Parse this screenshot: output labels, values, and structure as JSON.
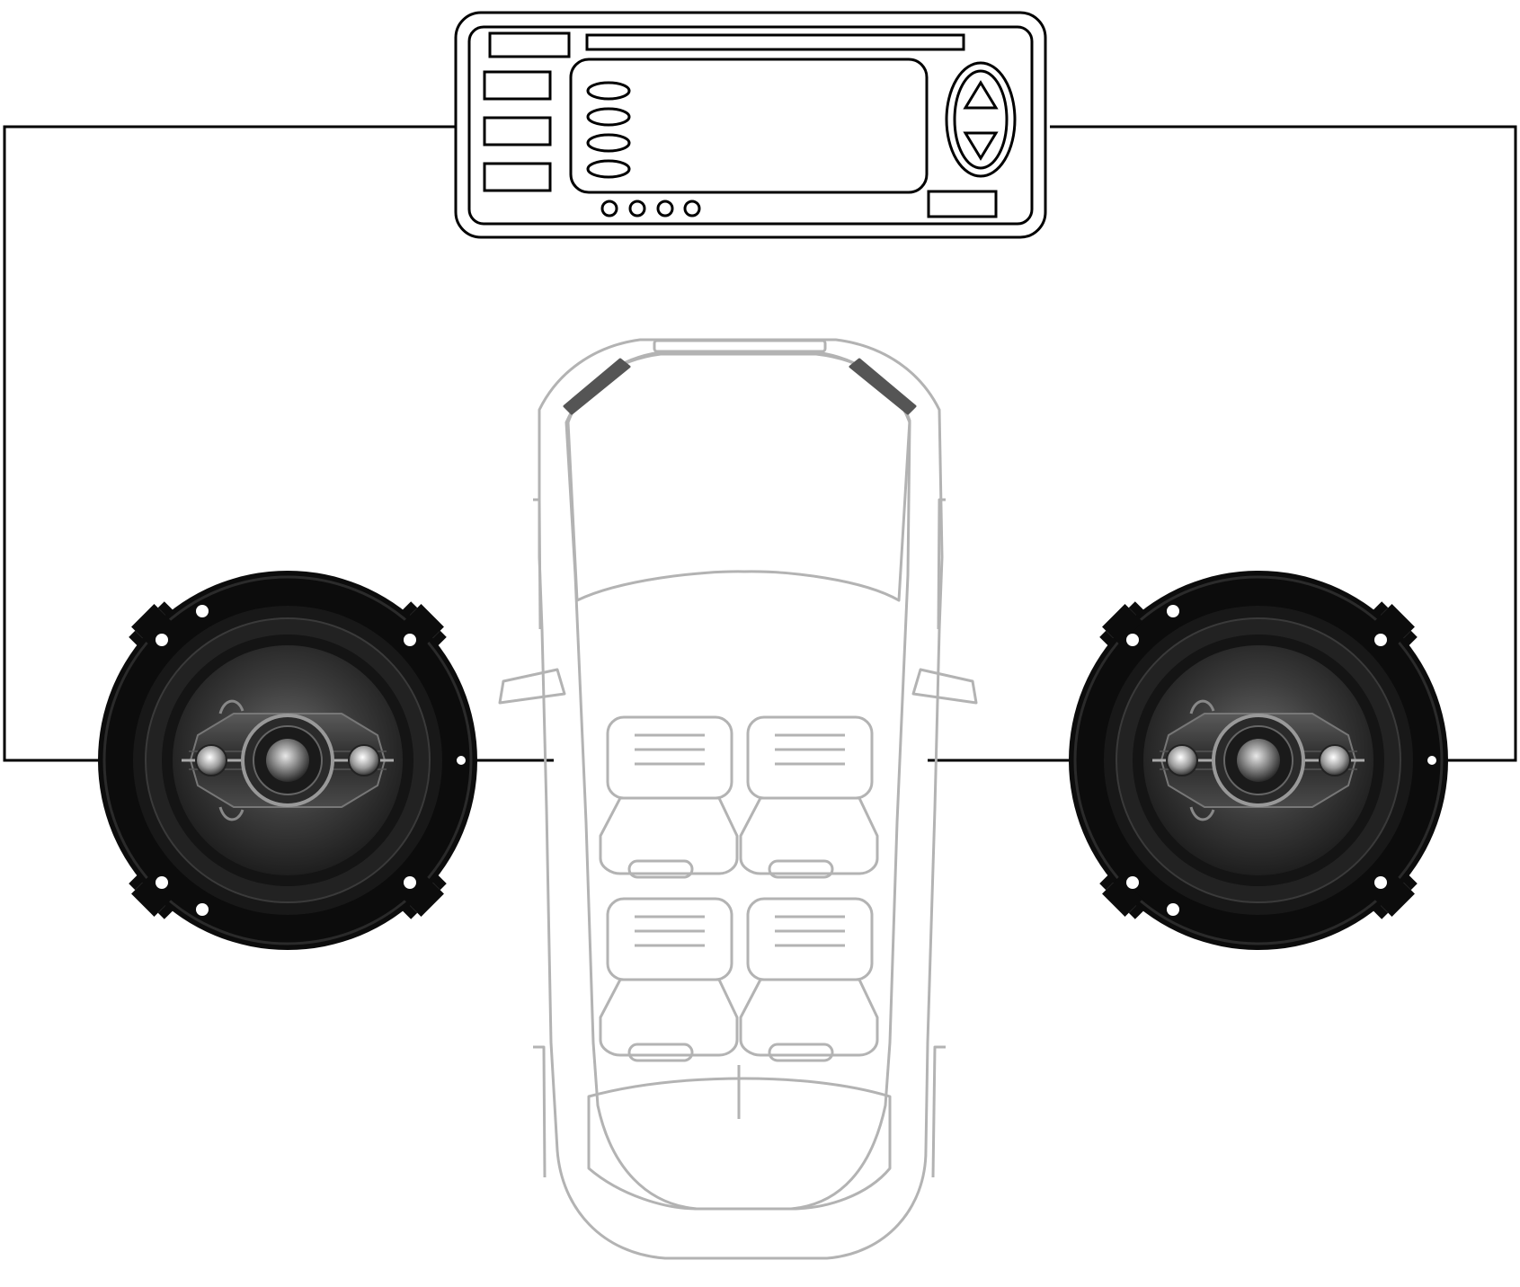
{
  "diagram": {
    "kind": "car audio speaker wiring",
    "colors": {
      "background": "#ffffff",
      "wire": "#000000",
      "head_unit_outline": "#000000",
      "car_outline": "#b3b3b3",
      "speaker_body": "#111111",
      "speaker_cone": "#3a3a3a"
    },
    "components": {
      "head_unit": {
        "name": "head-unit",
        "icon": "car-stereo-icon",
        "buttons": 4,
        "preset_dots": 4
      },
      "car": {
        "name": "car-top-view",
        "icon": "car-icon",
        "seats": 4
      },
      "speakers": [
        {
          "name": "left-speaker",
          "icon": "coaxial-speaker-icon"
        },
        {
          "name": "right-speaker",
          "icon": "coaxial-speaker-icon"
        }
      ]
    },
    "connections": [
      {
        "from": "head-unit",
        "to": "left-speaker"
      },
      {
        "from": "head-unit",
        "to": "right-speaker"
      }
    ]
  }
}
